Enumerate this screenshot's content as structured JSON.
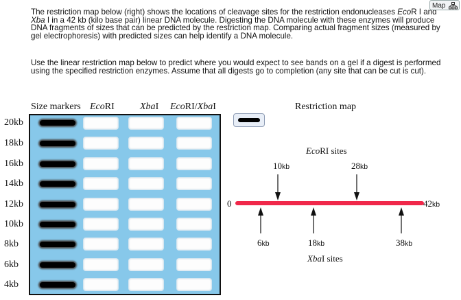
{
  "intro": {
    "p1_a": "The restriction map below (right) shows the locations of cleavage sites for the restriction endonucleases ",
    "p1_eco": "Eco",
    "p1_b": "R I and ",
    "p1_xba": "Xba",
    "p1_c": " I in a 42 kb (kilo base pair) linear DNA molecule.  Digesting the DNA molecule with these enzymes will produce DNA fragments of sizes that can be predicted by the restriction map.  Comparing actual fragment sizes (measured by gel electrophoresis) with predicted sizes can help identify a DNA molecule.",
    "p2": "Use the linear restriction map below to predict where you would expect to see bands on a gel if a digest is performed using the specified restriction enzymes.  Assume that all digests go to completion (any site that can be cut is cut)."
  },
  "map_button": {
    "label": "Map"
  },
  "gel": {
    "col_size_markers": "Size markers",
    "col_ecori_a": "Eco",
    "col_ecori_b": "RI",
    "col_xbai_a": "Xba",
    "col_xbai_b": "I",
    "col_both_a": "Eco",
    "col_both_b": "RI/",
    "col_both_c": "Xba",
    "col_both_d": "I",
    "size_labels": [
      "20kb",
      "18kb",
      "16kb",
      "14kb",
      "12kb",
      "10kb",
      "8kb",
      "6kb",
      "4kb"
    ]
  },
  "restriction_map": {
    "title": "Restriction map",
    "ecori_label_a": "Eco",
    "ecori_label_b": "RI sites",
    "xbai_label_a": "Xba",
    "xbai_label_b": "I sites",
    "start": "0",
    "end_num": "42",
    "end_unit": "kb",
    "ecori_sites": [
      {
        "num": "10",
        "unit": "kb"
      },
      {
        "num": "28",
        "unit": "kb"
      }
    ],
    "xbai_sites": [
      {
        "num": "6",
        "unit": "kb"
      },
      {
        "num": "18",
        "unit": "kb"
      },
      {
        "num": "38",
        "unit": "kb"
      }
    ]
  },
  "colors": {
    "gel_blue": "#87c8ea",
    "dna_red": "#f0284a"
  }
}
